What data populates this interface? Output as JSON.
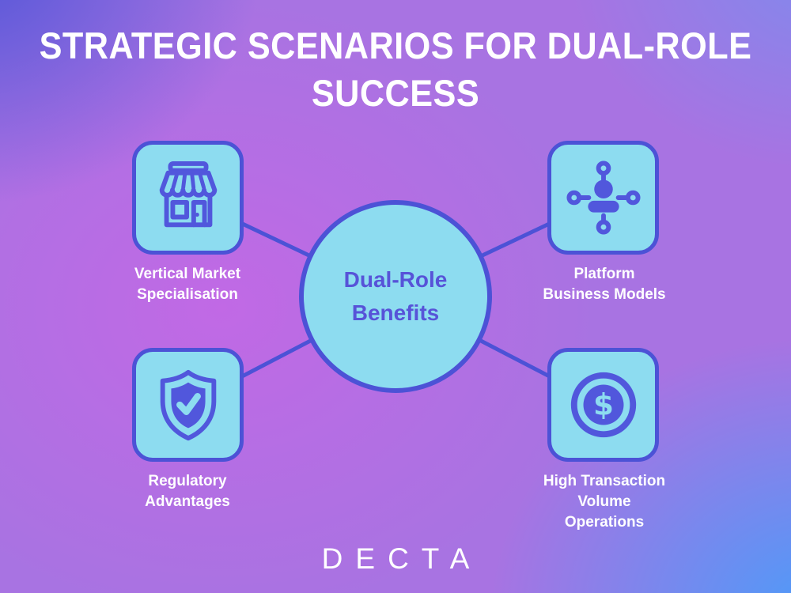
{
  "title": {
    "lines": [
      "STRATEGIC SCENARIOS FOR DUAL-ROLE",
      "SUCCESS"
    ]
  },
  "center": {
    "lines": [
      "Dual-Role",
      "Benefits"
    ]
  },
  "cards": [
    {
      "id": "vertical-market-specialisation",
      "icon": "storefront-icon",
      "label_lines": [
        "Vertical Market",
        "Specialisation"
      ]
    },
    {
      "id": "platform-business-models",
      "icon": "user-network-icon",
      "label_lines": [
        "Platform",
        "Business Models"
      ]
    },
    {
      "id": "regulatory-advantages",
      "icon": "shield-check-icon",
      "label_lines": [
        "Regulatory",
        "Advantages"
      ]
    },
    {
      "id": "high-transaction-volume-operations",
      "icon": "dollar-coin-icon",
      "label_lines": [
        "High Transaction",
        "Volume",
        "Operations"
      ]
    }
  ],
  "footer": {
    "brand": "DECTA"
  },
  "colors": {
    "panel_fill": "#8ddcf0",
    "panel_border": "#4c52d6",
    "icon_indigo": "#5157dc",
    "connector": "#4c52d6",
    "center_text": "#5753d8",
    "label_text": "#ffffff",
    "bg_top_left": "#5356d8",
    "bg_top_right": "#8189ec",
    "bg_bottom_right": "#4b9cf9",
    "bg_magenta": "#c169e5"
  }
}
